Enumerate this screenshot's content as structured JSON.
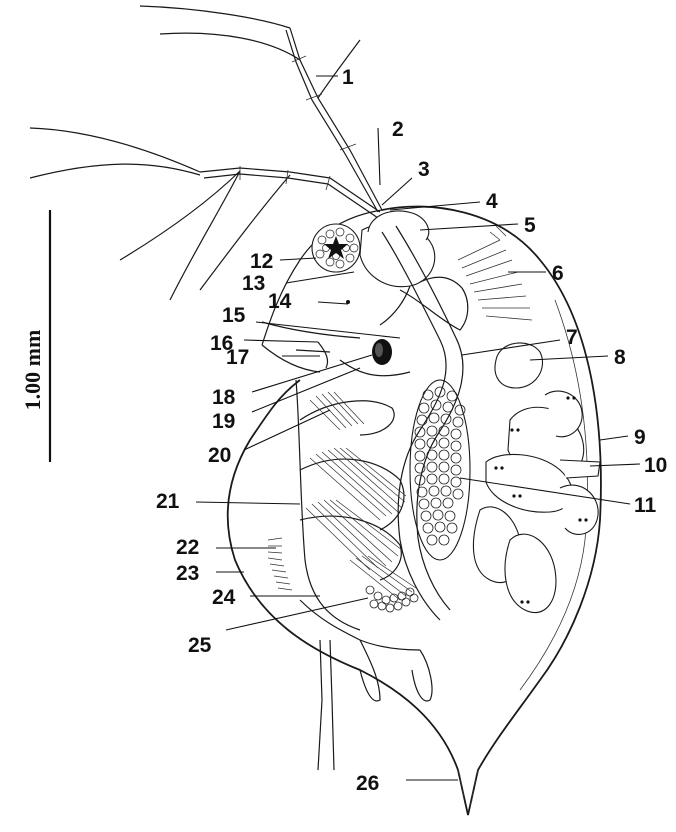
{
  "scale_bar": {
    "label": "1.00 mm"
  },
  "labels": [
    {
      "id": "1",
      "text": "1"
    },
    {
      "id": "2",
      "text": "2"
    },
    {
      "id": "3",
      "text": "3"
    },
    {
      "id": "4",
      "text": "4"
    },
    {
      "id": "5",
      "text": "5"
    },
    {
      "id": "6",
      "text": "6"
    },
    {
      "id": "7",
      "text": "7"
    },
    {
      "id": "8",
      "text": "8"
    },
    {
      "id": "9",
      "text": "9"
    },
    {
      "id": "10",
      "text": "10"
    },
    {
      "id": "11",
      "text": "11"
    },
    {
      "id": "12",
      "text": "12"
    },
    {
      "id": "13",
      "text": "13"
    },
    {
      "id": "14",
      "text": "14"
    },
    {
      "id": "15",
      "text": "15"
    },
    {
      "id": "16",
      "text": "16"
    },
    {
      "id": "17",
      "text": "17"
    },
    {
      "id": "18",
      "text": "18"
    },
    {
      "id": "19",
      "text": "19"
    },
    {
      "id": "20",
      "text": "20"
    },
    {
      "id": "21",
      "text": "21"
    },
    {
      "id": "22",
      "text": "22"
    },
    {
      "id": "23",
      "text": "23"
    },
    {
      "id": "24",
      "text": "24"
    },
    {
      "id": "25",
      "text": "25"
    },
    {
      "id": "26",
      "text": "26"
    }
  ]
}
